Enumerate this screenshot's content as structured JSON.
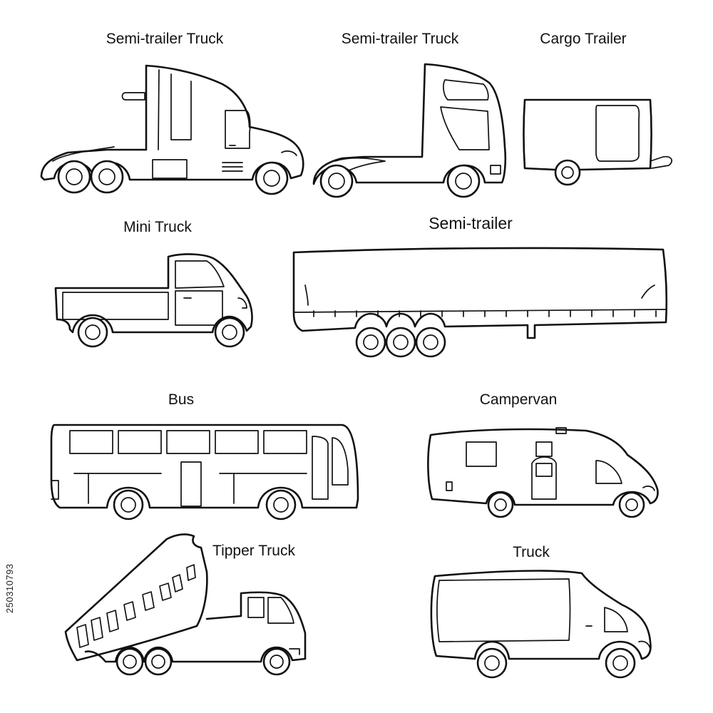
{
  "labels": {
    "semi_truck_1": "Semi-trailer Truck",
    "semi_truck_2": "Semi-trailer Truck",
    "cargo_trailer": "Cargo Trailer",
    "mini_truck": "Mini Truck",
    "semi_trailer": "Semi-trailer",
    "bus": "Bus",
    "campervan": "Campervan",
    "tipper_truck": "Tipper Truck",
    "truck": "Truck"
  },
  "stock_id": "250310793",
  "colors": {
    "line": "#111111",
    "background": "#ffffff"
  }
}
